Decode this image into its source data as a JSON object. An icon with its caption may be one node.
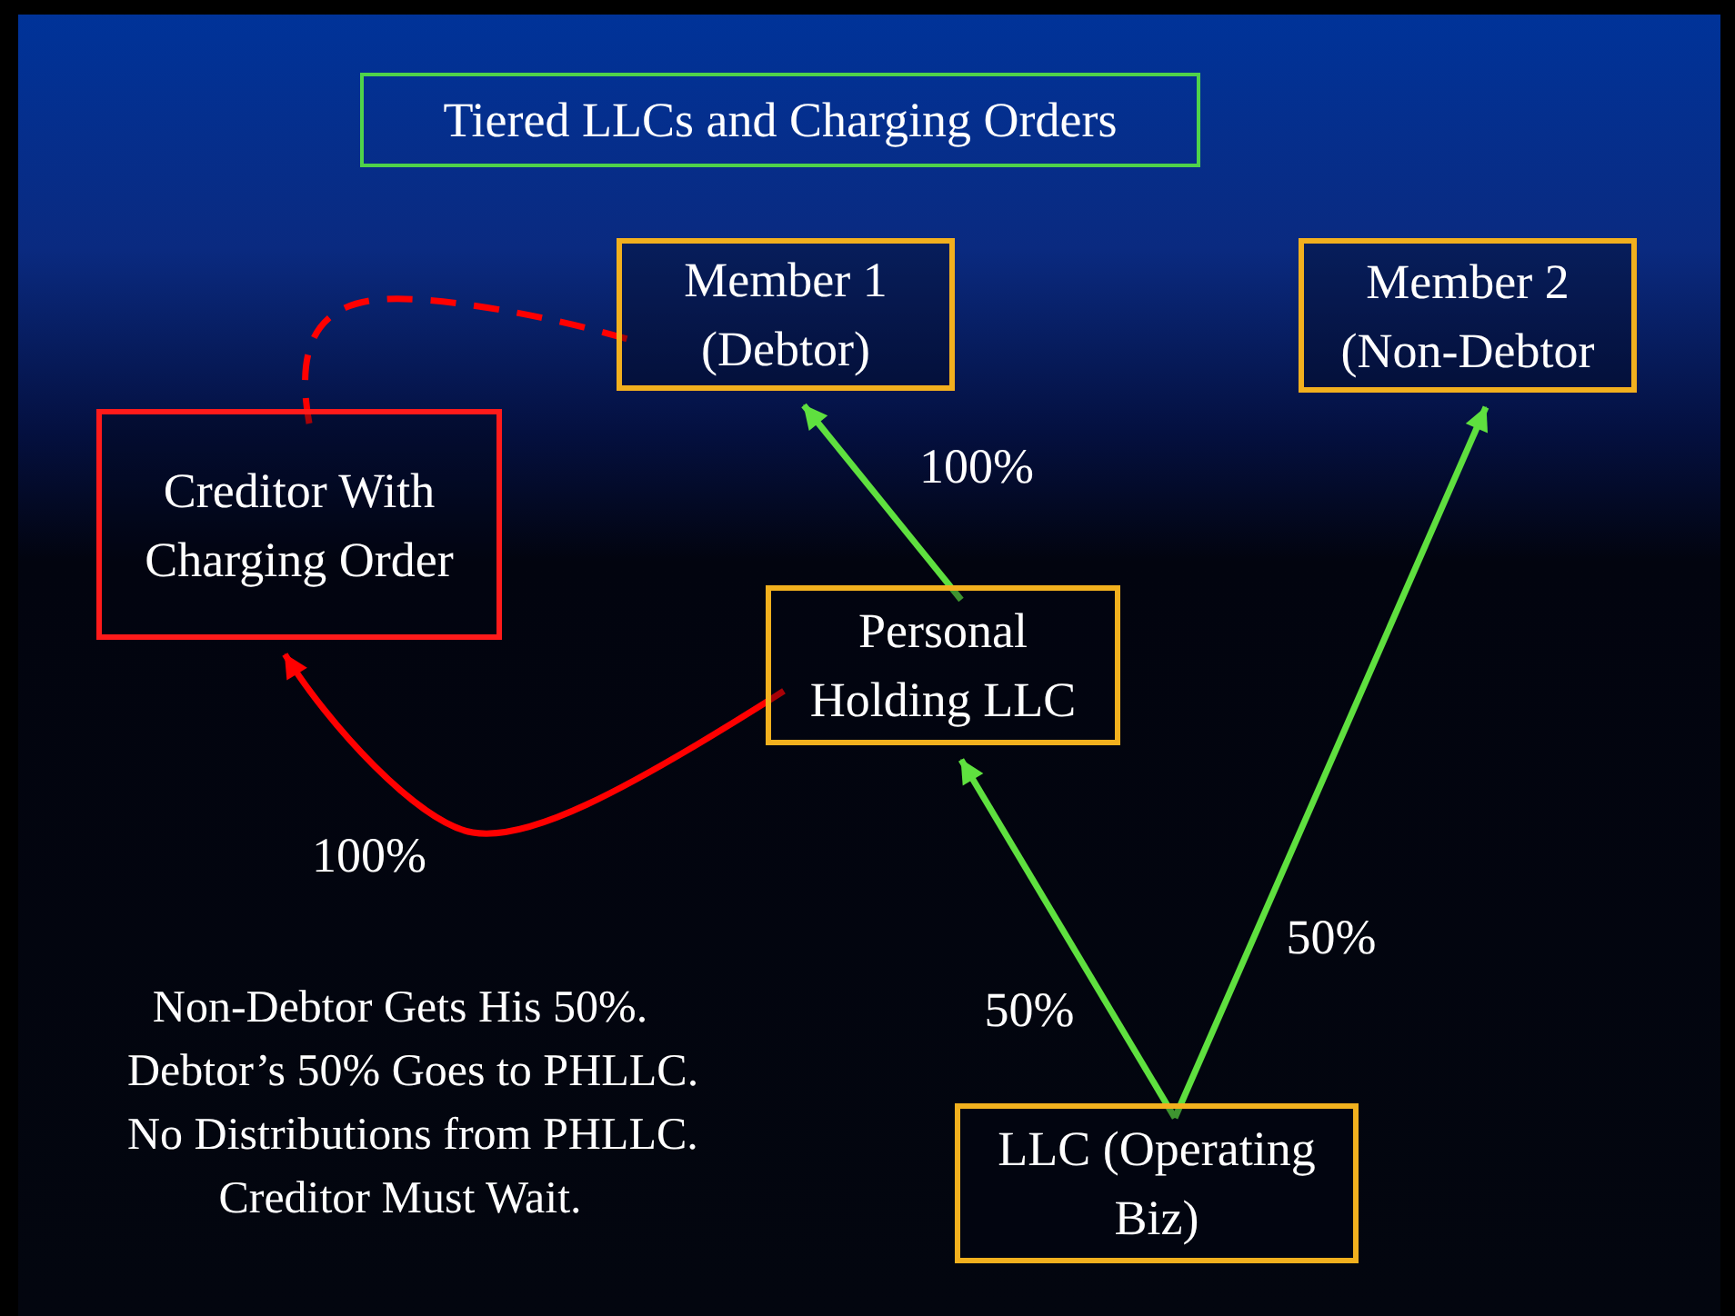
{
  "diagram": {
    "title": "Tiered LLCs and Charging Orders",
    "nodes": [
      {
        "text": [
          "Member 1 (Debtor)"
        ]
      },
      {
        "text": [
          "Member 2 (Non-Debtor"
        ]
      },
      {
        "text": [
          "Creditor With Charging Order"
        ]
      },
      {
        "text": [
          "Personal Holding LLC"
        ]
      },
      {
        "text": [
          "LLC (Operating Biz)"
        ]
      }
    ],
    "edges": [
      {
        "from": 4,
        "to": 3,
        "arrow": "to",
        "label": "50%"
      },
      {
        "from": 4,
        "to": 1,
        "arrow": "to",
        "label": "50%"
      },
      {
        "from": 3,
        "to": 0,
        "arrow": "to",
        "label": "100%"
      },
      {
        "from": 3,
        "to": 2,
        "arrow": "to",
        "label": "100%",
        "color": "#ff0000"
      },
      {
        "from": 2,
        "to": 0,
        "arrow": "none",
        "style": "dashed",
        "color": "#ff0000"
      }
    ],
    "labels": [
      "Non-Debtor Gets His 50%.",
      "Debtor’s 50% Goes to PHLLC.",
      "No Distributions from PHLLC.",
      "Creditor Must Wait."
    ]
  }
}
